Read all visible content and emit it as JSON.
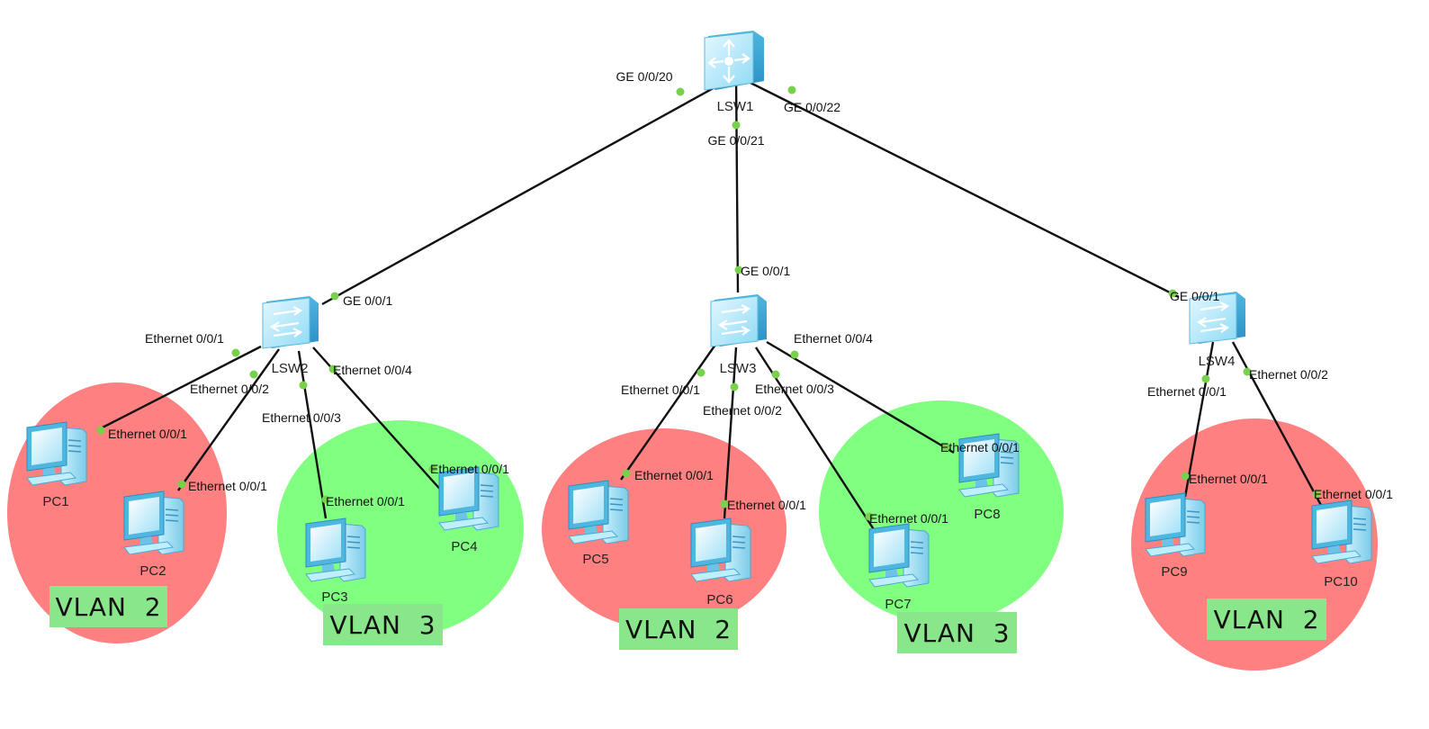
{
  "colors": {
    "vlan2_zone": "#ff8080",
    "vlan3_zone": "#80ff80",
    "vlan_tag": "#8ae68a",
    "link": "#111111",
    "port_dot": "#77d14c",
    "device_fill": "#aee8fb"
  },
  "devices": {
    "lsw1": {
      "name": "LSW1",
      "icon": "core-switch-icon"
    },
    "lsw2": {
      "name": "LSW2",
      "icon": "switch-icon"
    },
    "lsw3": {
      "name": "LSW3",
      "icon": "switch-icon"
    },
    "lsw4": {
      "name": "LSW4",
      "icon": "switch-icon"
    },
    "pc1": {
      "name": "PC1",
      "icon": "pc-icon"
    },
    "pc2": {
      "name": "PC2",
      "icon": "pc-icon"
    },
    "pc3": {
      "name": "PC3",
      "icon": "pc-icon"
    },
    "pc4": {
      "name": "PC4",
      "icon": "pc-icon"
    },
    "pc5": {
      "name": "PC5",
      "icon": "pc-icon"
    },
    "pc6": {
      "name": "PC6",
      "icon": "pc-icon"
    },
    "pc7": {
      "name": "PC7",
      "icon": "pc-icon"
    },
    "pc8": {
      "name": "PC8",
      "icon": "pc-icon"
    },
    "pc9": {
      "name": "PC9",
      "icon": "pc-icon"
    },
    "pc10": {
      "name": "PC10",
      "icon": "pc-icon"
    }
  },
  "links": {
    "lsw1_lsw2": {
      "a_port": "GE 0/0/20",
      "b_port": "GE 0/0/1"
    },
    "lsw1_lsw3": {
      "a_port": "GE 0/0/21",
      "b_port": "GE 0/0/1"
    },
    "lsw1_lsw4": {
      "a_port": "GE 0/0/22",
      "b_port": "GE 0/0/1"
    },
    "lsw2_pc1": {
      "a_port": "Ethernet 0/0/1",
      "b_port": "Ethernet 0/0/1"
    },
    "lsw2_pc2": {
      "a_port": "Ethernet 0/0/2",
      "b_port": "Ethernet 0/0/1"
    },
    "lsw2_pc3": {
      "a_port": "Ethernet 0/0/3",
      "b_port": "Ethernet 0/0/1"
    },
    "lsw2_pc4": {
      "a_port": "Ethernet 0/0/4",
      "b_port": "Ethernet 0/0/1"
    },
    "lsw3_pc5": {
      "a_port": "Ethernet 0/0/1",
      "b_port": "Ethernet 0/0/1"
    },
    "lsw3_pc6": {
      "a_port": "Ethernet 0/0/2",
      "b_port": "Ethernet 0/0/1"
    },
    "lsw3_pc7": {
      "a_port": "Ethernet 0/0/3",
      "b_port": "Ethernet 0/0/1"
    },
    "lsw3_pc8": {
      "a_port": "Ethernet 0/0/4",
      "b_port": "Ethernet 0/0/1"
    },
    "lsw4_pc9": {
      "a_port": "Ethernet 0/0/1",
      "b_port": "Ethernet 0/0/1"
    },
    "lsw4_pc10": {
      "a_port": "Ethernet 0/0/2",
      "b_port": "Ethernet 0/0/1"
    }
  },
  "zones": {
    "z1": {
      "label": "VLAN  2",
      "vlan": "2"
    },
    "z2": {
      "label": "VLAN  3",
      "vlan": "3"
    },
    "z3": {
      "label": "VLAN  2",
      "vlan": "2"
    },
    "z4": {
      "label": "VLAN  3",
      "vlan": "3"
    },
    "z5": {
      "label": "VLAN  2",
      "vlan": "2"
    }
  }
}
